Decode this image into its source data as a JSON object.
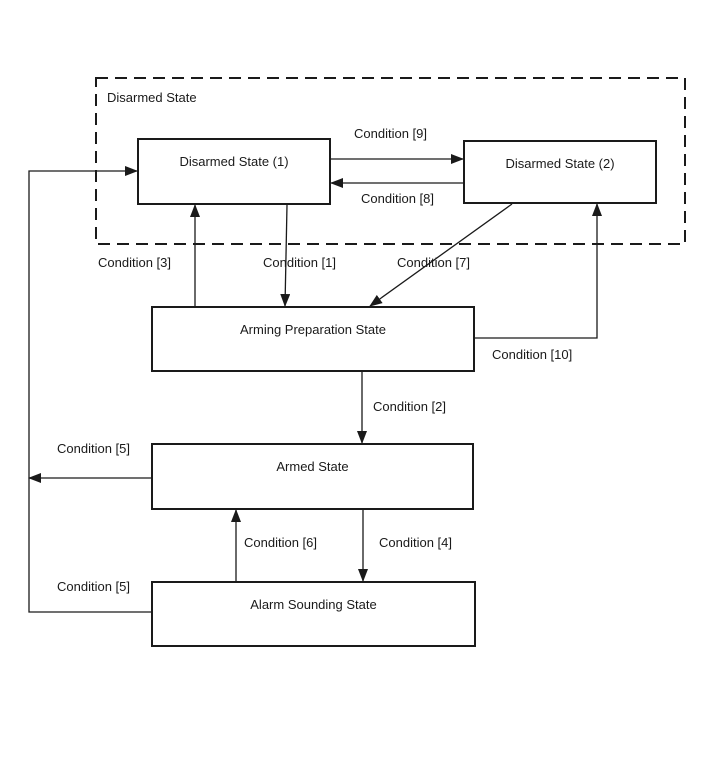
{
  "diagram": {
    "group_label": "Disarmed State",
    "nodes": [
      {
        "id": "disarmed1",
        "label": "Disarmed State (1)"
      },
      {
        "id": "disarmed2",
        "label": "Disarmed State (2)"
      },
      {
        "id": "arming_prep",
        "label": "Arming Preparation State"
      },
      {
        "id": "armed",
        "label": "Armed State"
      },
      {
        "id": "alarm",
        "label": "Alarm Sounding State"
      }
    ],
    "edges": [
      {
        "from": "Disarmed State (1)",
        "to": "Disarmed State (2)",
        "label": "Condition [9]"
      },
      {
        "from": "Disarmed State (2)",
        "to": "Disarmed State (1)",
        "label": "Condition [8]"
      },
      {
        "from": "Disarmed State (1)",
        "to": "Arming Preparation State",
        "label": "Condition [1]"
      },
      {
        "from": "Arming Preparation State",
        "to": "Disarmed State (1)",
        "label": "Condition [3]"
      },
      {
        "from": "Disarmed State (2)",
        "to": "Arming Preparation State",
        "label": "Condition [7]"
      },
      {
        "from": "Arming Preparation State",
        "to": "Disarmed State (2)",
        "label": "Condition [10]"
      },
      {
        "from": "Arming Preparation State",
        "to": "Armed State",
        "label": "Condition [2]"
      },
      {
        "from": "Armed State",
        "to": "Alarm Sounding State",
        "label": "Condition [4]"
      },
      {
        "from": "Alarm Sounding State",
        "to": "Armed State",
        "label": "Condition [6]"
      },
      {
        "from": "Armed State",
        "to": "Disarmed State (1)",
        "label": "Condition [5]"
      },
      {
        "from": "Alarm Sounding State",
        "to": "Disarmed State (1)",
        "label": "Condition [5]"
      }
    ],
    "colors": {
      "line": "#1a1a1a",
      "background": "#ffffff"
    }
  }
}
